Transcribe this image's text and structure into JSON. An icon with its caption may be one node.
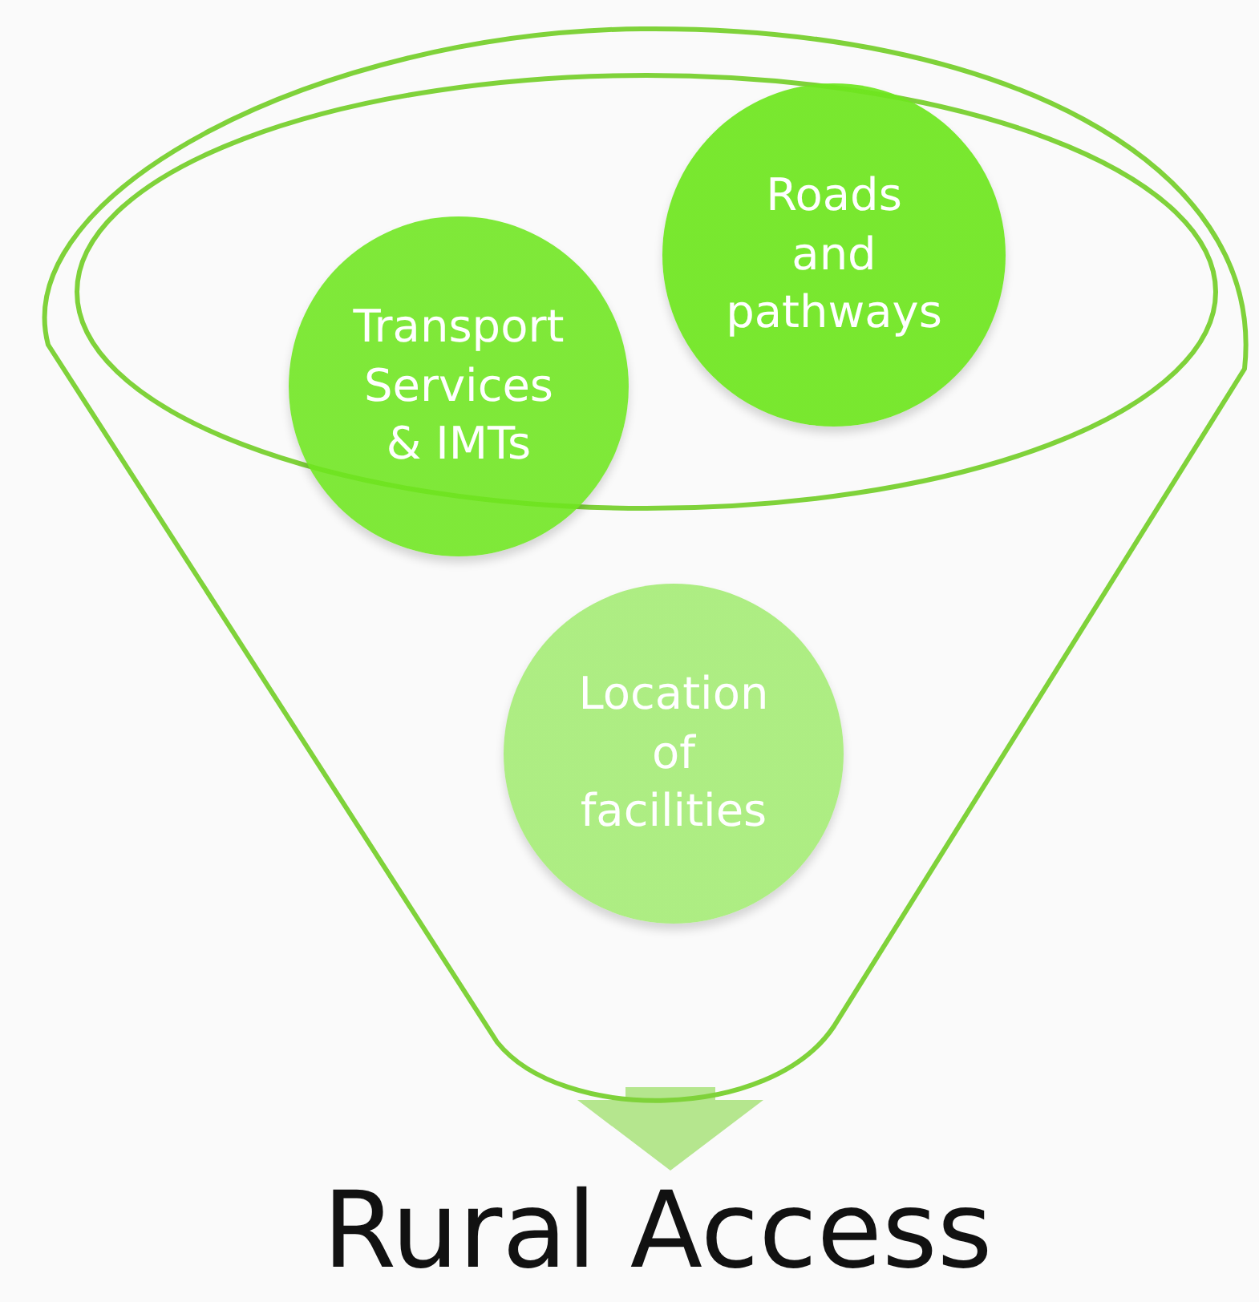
{
  "diagram": {
    "nodes": [
      {
        "text": [],
        "shape": "funnel"
      },
      {
        "text": [
          "Transport Services & IMTs"
        ],
        "in": 0
      },
      {
        "text": [
          "Roads and pathways"
        ],
        "in": 0
      },
      {
        "text": [
          "Location of facilities"
        ],
        "in": 0
      },
      {
        "text": [
          "Rural Access"
        ]
      }
    ],
    "edges": [
      {
        "from": 0,
        "to": 4,
        "arrow": "to",
        "style": "thick"
      }
    ]
  }
}
